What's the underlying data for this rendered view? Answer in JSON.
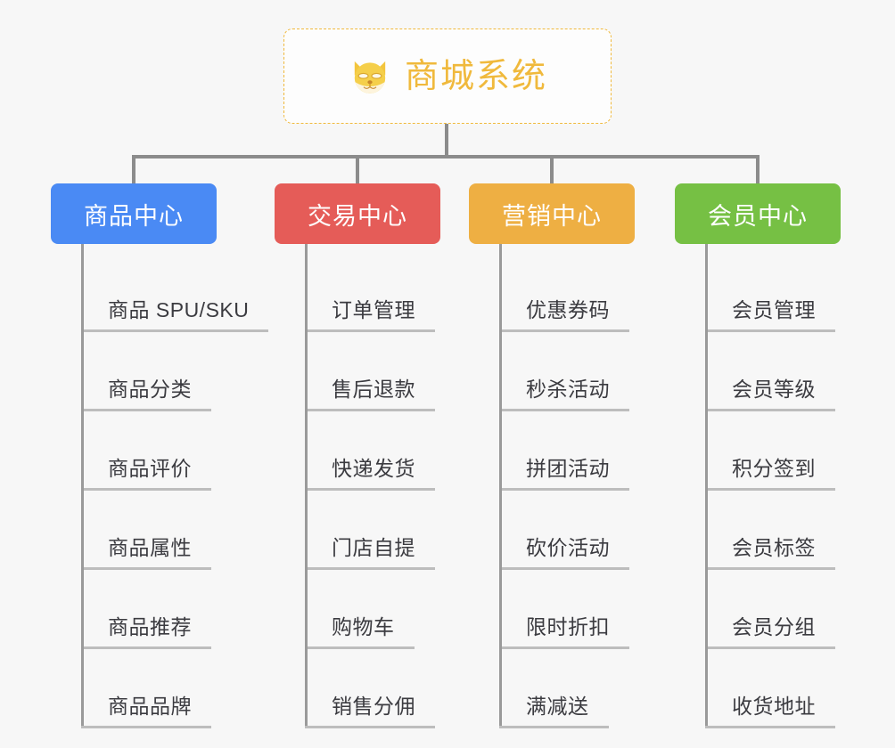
{
  "root": {
    "title": "商城系统",
    "icon": "shiba-dog-face-emoji",
    "border_color": "#f0b93c",
    "text_color": "#f0b93c",
    "background": "#fdfdfd"
  },
  "canvas": {
    "background": "#f7f7f7",
    "connector_color": "#8c8c8c",
    "trunk_color": "#9a9a9a",
    "leaf_underline_color": "#bdbdbd",
    "leaf_text_color": "#3b3b40"
  },
  "columns": [
    {
      "id": "product-center",
      "label": "商品中心",
      "color": "#4a8af4",
      "items": [
        {
          "label": "商品 SPU/SKU"
        },
        {
          "label": "商品分类"
        },
        {
          "label": "商品评价"
        },
        {
          "label": "商品属性"
        },
        {
          "label": "商品推荐"
        },
        {
          "label": "商品品牌"
        }
      ]
    },
    {
      "id": "trade-center",
      "label": "交易中心",
      "color": "#e55c58",
      "items": [
        {
          "label": "订单管理"
        },
        {
          "label": "售后退款"
        },
        {
          "label": "快递发货"
        },
        {
          "label": "门店自提"
        },
        {
          "label": "购物车"
        },
        {
          "label": "销售分佣"
        }
      ]
    },
    {
      "id": "marketing-center",
      "label": "营销中心",
      "color": "#eeaf43",
      "items": [
        {
          "label": "优惠券码"
        },
        {
          "label": "秒杀活动"
        },
        {
          "label": "拼团活动"
        },
        {
          "label": "砍价活动"
        },
        {
          "label": "限时折扣"
        },
        {
          "label": "满减送"
        }
      ]
    },
    {
      "id": "member-center",
      "label": "会员中心",
      "color": "#76c044",
      "items": [
        {
          "label": "会员管理"
        },
        {
          "label": "会员等级"
        },
        {
          "label": "积分签到"
        },
        {
          "label": "会员标签"
        },
        {
          "label": "会员分组"
        },
        {
          "label": "收货地址"
        }
      ]
    }
  ]
}
